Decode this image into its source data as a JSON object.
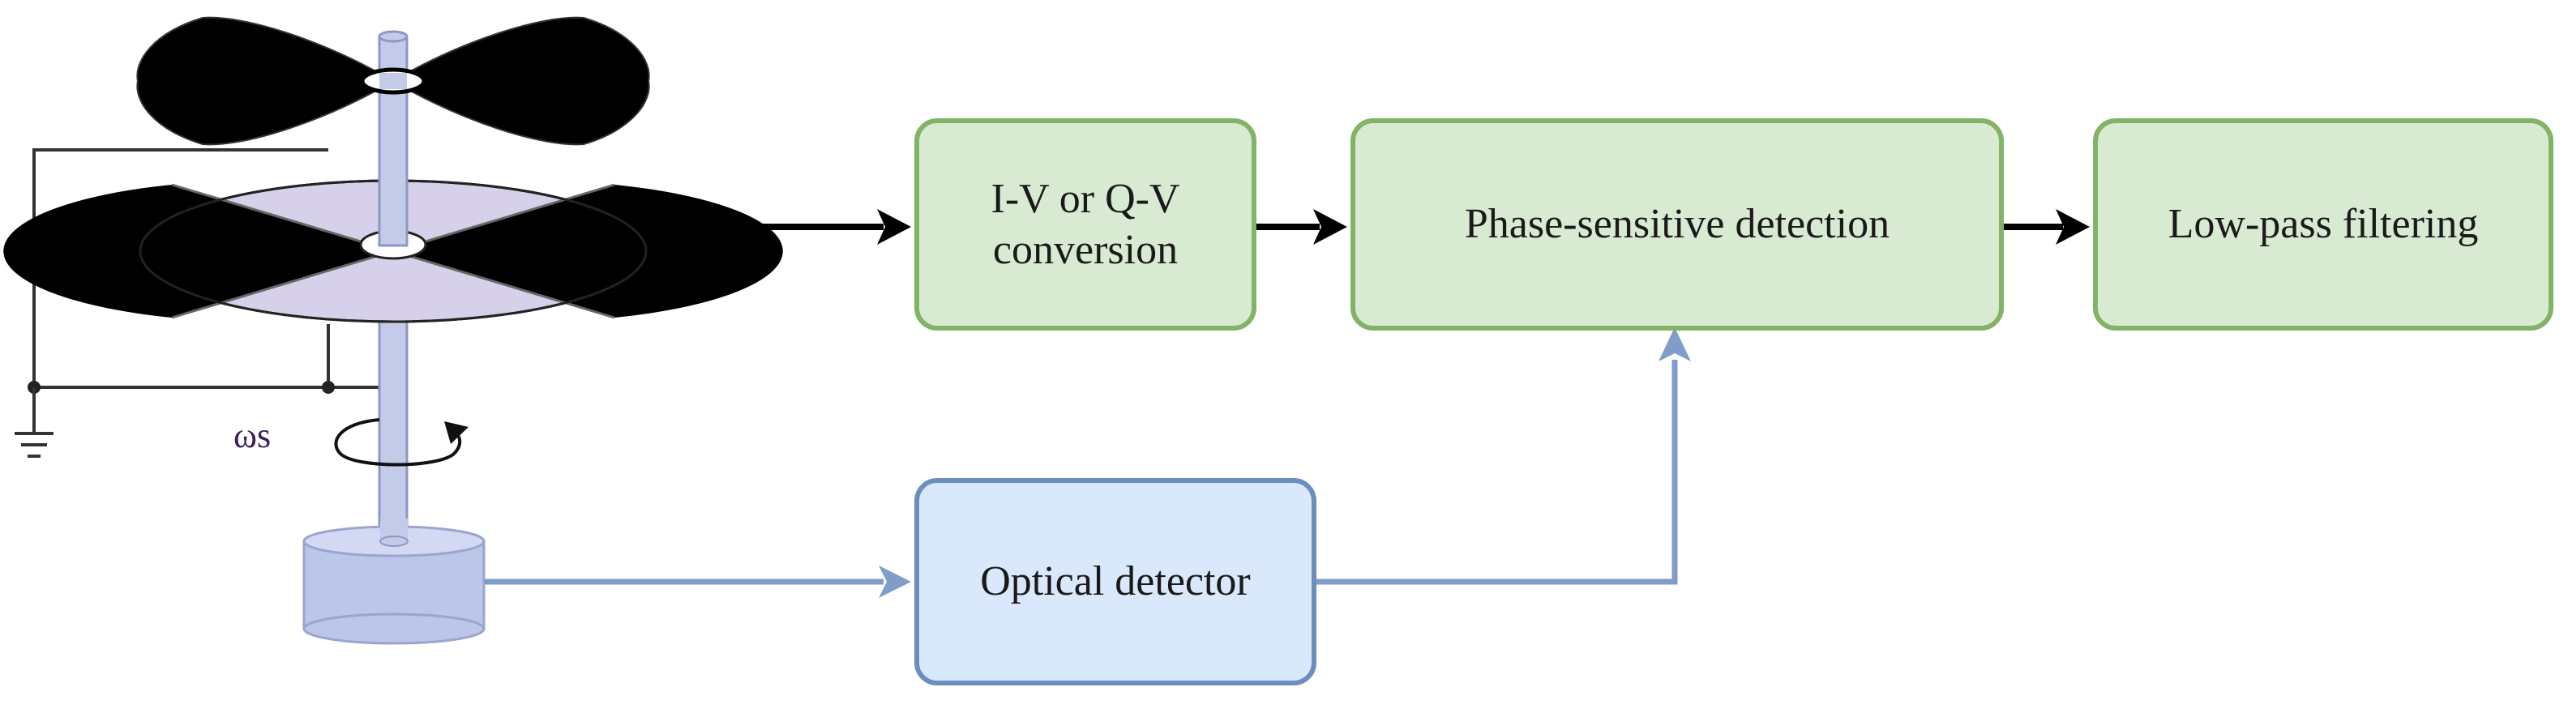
{
  "blocks": {
    "iv_conversion": {
      "line1": "I-V or Q-V",
      "line2": "conversion"
    },
    "phase_detection": {
      "label": "Phase-sensitive detection"
    },
    "low_pass": {
      "label": "Low-pass filtering"
    },
    "optical_detector": {
      "label": "Optical detector"
    }
  },
  "rotation_label": "ωs",
  "colors": {
    "processing_fill": "#d9ead3",
    "processing_border": "#82b366",
    "reference_fill": "#dae8fc",
    "reference_border": "#6c8ebf",
    "signal_arrow": "#000000",
    "reference_arrow": "#7f9dc7",
    "electrode_dark": "#000000",
    "electrode_light": "#d6d0ea",
    "shaft": "#bdc7e8"
  },
  "icons": [
    "ground-icon",
    "rotation-arrow-icon",
    "rotor-vane-icon",
    "stator-disk-icon",
    "motor-icon"
  ]
}
